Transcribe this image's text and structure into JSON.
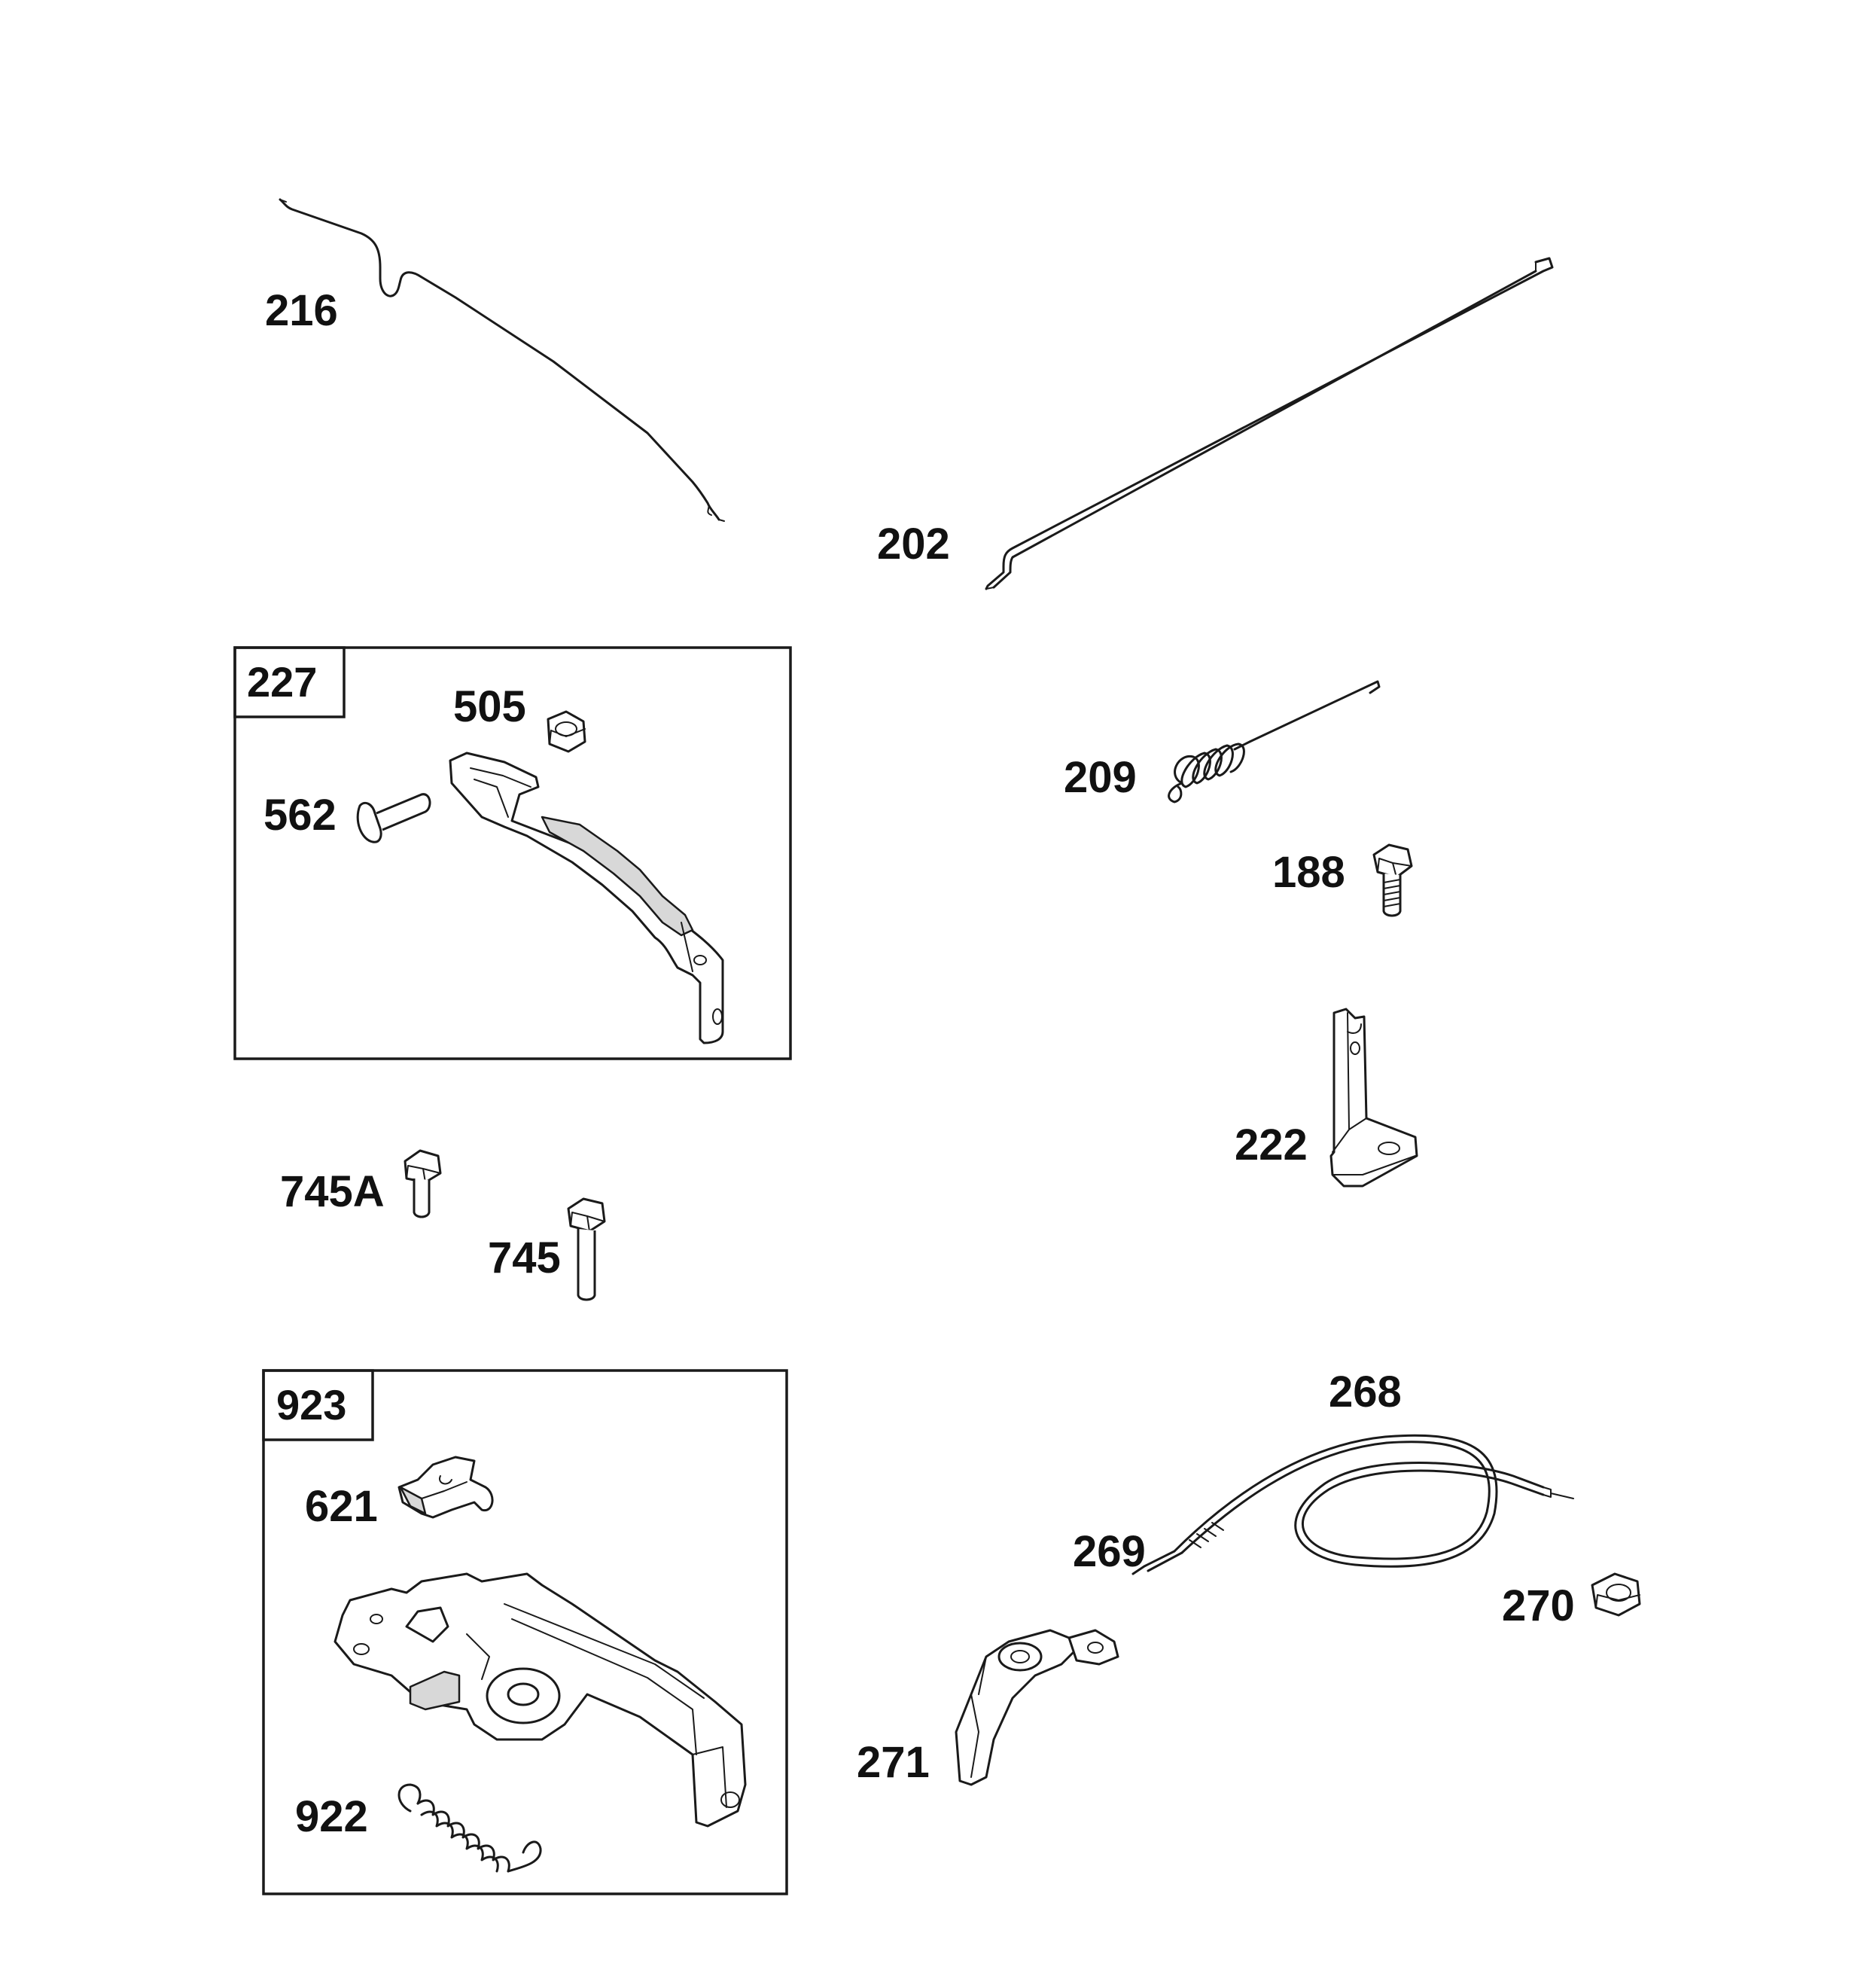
{
  "parts": {
    "p216": "216",
    "p202": "202",
    "p209": "209",
    "p188": "188",
    "p222": "222",
    "p745A": "745A",
    "p745": "745",
    "p268": "268",
    "p269": "269",
    "p270": "270",
    "p271": "271"
  },
  "kits": {
    "k227": {
      "number": "227",
      "parts": {
        "p505": "505",
        "p562": "562"
      }
    },
    "k923": {
      "number": "923",
      "parts": {
        "p621": "621",
        "p922": "922"
      }
    }
  }
}
